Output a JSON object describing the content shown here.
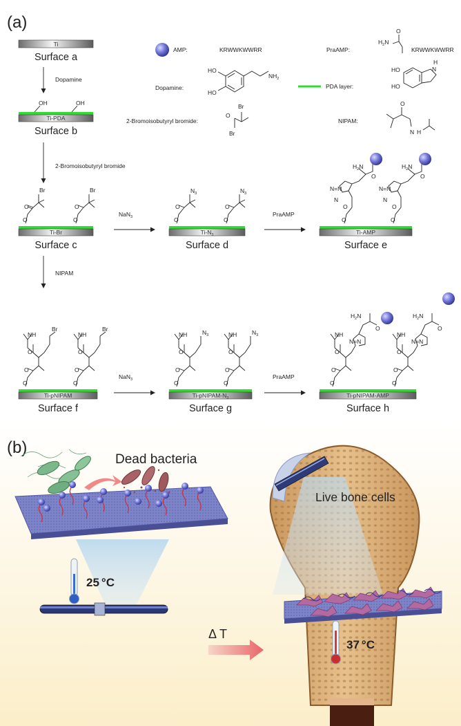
{
  "panel_a": {
    "label": "(a)",
    "surfaces": {
      "a": {
        "name": "Surface a",
        "plate": "Ti"
      },
      "b": {
        "name": "Surface b",
        "plate": "Ti-PDA"
      },
      "c": {
        "name": "Surface c",
        "plate": "Ti-Br"
      },
      "d": {
        "name": "Surface d",
        "plate": "Ti-N",
        "plate_sub": "3"
      },
      "e": {
        "name": "Surface e",
        "plate": "Ti-AMP"
      },
      "f": {
        "name": "Surface f",
        "plate": "Ti-pNIPAM"
      },
      "g": {
        "name": "Surface g",
        "plate": "Ti-pNIPAM-N",
        "plate_sub": "3"
      },
      "h": {
        "name": "Surface h",
        "plate": "Ti-pNIPAM-AMP"
      }
    },
    "steps": {
      "a_to_b": "Dopamine",
      "b_to_c": "2-Bromoisobutyryl bromide",
      "c_to_d": "NaN",
      "c_to_d_sub": "3",
      "d_to_e": "PraAMP",
      "c_to_f": "NIPAM",
      "f_to_g": "NaN",
      "f_to_g_sub": "3",
      "g_to_h": "PraAMP"
    },
    "legend": {
      "amp_label": "AMP:",
      "amp_sequence": "KRWWKWWRR",
      "praamp_label": "PraAMP:",
      "praamp_sequence": "KRWWKWWRR",
      "praamp_h2n": "H",
      "praamp_h2n_sub": "2",
      "praamp_n": "N",
      "praamp_o": "O",
      "dopamine_label": "Dopamine:",
      "pda_label": "PDA layer:",
      "bromide_label": "2-Bromoisobutyryl bromide:",
      "nipam_label": "NIPAM:",
      "ho": "HO",
      "nh2": "NH",
      "nh2_sub": "2",
      "br": "Br",
      "o": "O",
      "nh": "N",
      "h": "H",
      "pda_nh": "H",
      "pda_n": "N"
    },
    "atoms": {
      "oh": "OH",
      "br": "Br",
      "o": "O",
      "n3": "N",
      "n3_sub": "3",
      "h2n": "H",
      "h2n_sub": "2",
      "n": "N",
      "nh": "NH",
      "triazole_n": "N",
      "triazole_nn": "N=N"
    },
    "colors": {
      "pda": "#2fdc2f",
      "amp_sphere": "#6b6fd1"
    }
  },
  "panel_b": {
    "label": "(b)",
    "dead_bacteria": "Dead bacteria",
    "live_cells": "Live bone cells",
    "temp_low": "25",
    "temp_high": "37",
    "degree_unit": "°C",
    "delta_t": "Δ T"
  }
}
